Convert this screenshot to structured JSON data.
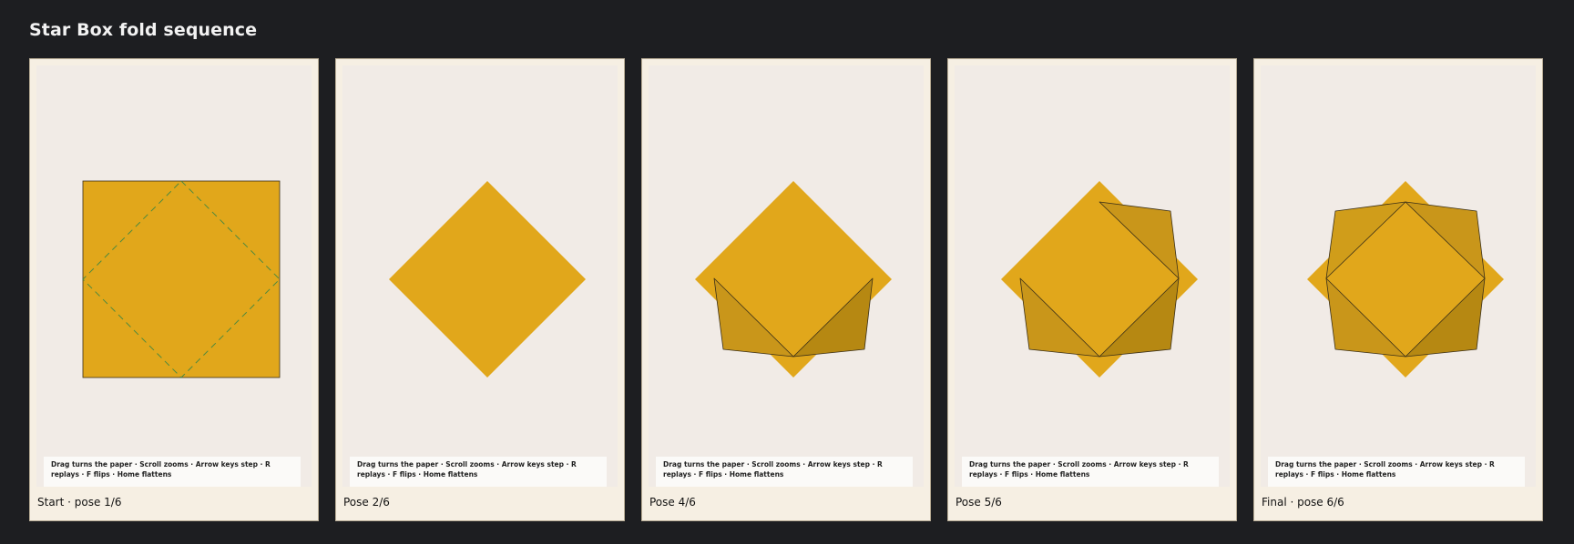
{
  "title": "Star Box fold sequence",
  "hint": "Drag turns the paper · Scroll zooms · Arrow keys step · R replays · F flips · Home flattens",
  "colors": {
    "paper": "#e1a71b",
    "flap_light": "#c9961a",
    "flap_dark": "#b68812",
    "outline": "#3a2f18",
    "crease": "#4f8a3e",
    "stage_bg": "#f1ebe6",
    "frame_bg": "#f6efe3",
    "window_bg": "#1d1e21"
  },
  "panels": [
    {
      "caption": "Start · pose 1/6",
      "pose": "start"
    },
    {
      "caption": "Pose 2/6",
      "pose": "diamond"
    },
    {
      "caption": "Pose 4/6",
      "pose": "two-flaps"
    },
    {
      "caption": "Pose 5/6",
      "pose": "three-flaps"
    },
    {
      "caption": "Final · pose 6/6",
      "pose": "final"
    }
  ]
}
